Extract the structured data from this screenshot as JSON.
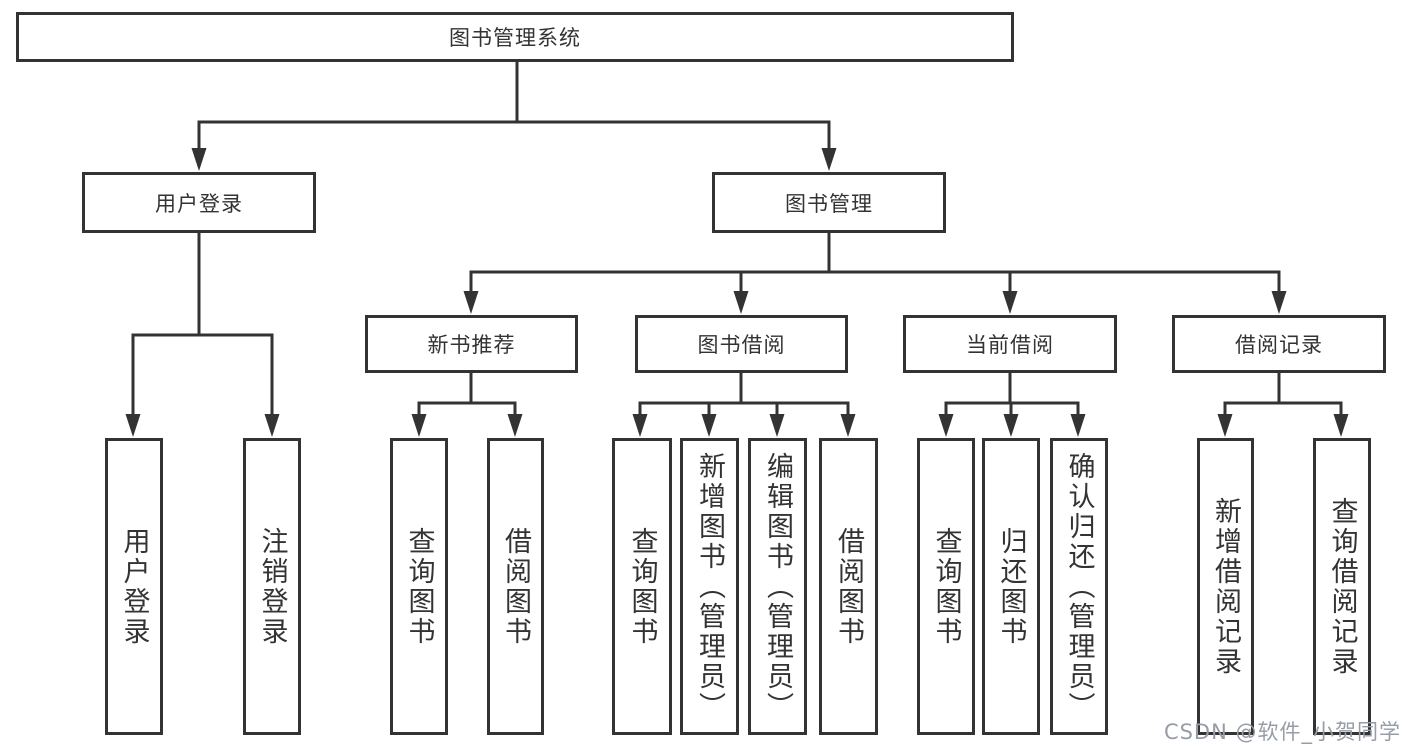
{
  "tree": {
    "root": {
      "label": "图书管理系统"
    },
    "user_login": {
      "label": "用户登录",
      "leaves": [
        {
          "label": "用户登录"
        },
        {
          "label": "注销登录"
        }
      ]
    },
    "book_management": {
      "label": "图书管理",
      "sections": [
        {
          "label": "新书推荐",
          "leaves": [
            {
              "label": "查询图书"
            },
            {
              "label": "借阅图书"
            }
          ]
        },
        {
          "label": "图书借阅",
          "leaves": [
            {
              "label": "查询图书"
            },
            {
              "label": "新增图书（管理员）"
            },
            {
              "label": "编辑图书（管理员）"
            },
            {
              "label": "借阅图书"
            }
          ]
        },
        {
          "label": "当前借阅",
          "leaves": [
            {
              "label": "查询图书"
            },
            {
              "label": "归还图书"
            },
            {
              "label": "确认归还（管理员）"
            }
          ]
        },
        {
          "label": "借阅记录",
          "leaves": [
            {
              "label": "新增借阅记录"
            },
            {
              "label": "查询借阅记录"
            }
          ]
        }
      ]
    }
  },
  "watermark": {
    "text": "CSDN @软件_小贺同学"
  },
  "colors": {
    "line": "#333333",
    "text": "#333333",
    "watermark": "#979da6",
    "background": "#ffffff"
  }
}
